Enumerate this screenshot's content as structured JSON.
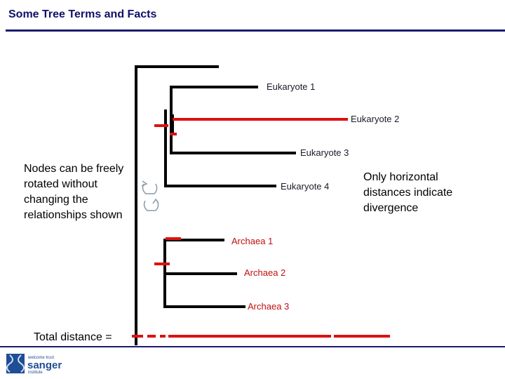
{
  "title": "Some Tree Terms and Facts",
  "leaves": [
    {
      "label": "Eukaryote 1",
      "group": "eukaryote"
    },
    {
      "label": "Eukaryote 2",
      "group": "eukaryote"
    },
    {
      "label": "Eukaryote 3",
      "group": "eukaryote"
    },
    {
      "label": "Eukaryote 4",
      "group": "eukaryote"
    },
    {
      "label": "Archaea 1",
      "group": "archaea"
    },
    {
      "label": "Archaea 2",
      "group": "archaea"
    },
    {
      "label": "Archaea 3",
      "group": "archaea"
    }
  ],
  "left_note": "Nodes can be freely rotated without changing the relationships shown",
  "right_note": "Only horizontal distances indicate divergence",
  "total_label": "Total distance =",
  "logo": {
    "line1": "welcome trust",
    "line2": "sanger",
    "line3": "institute"
  },
  "colors": {
    "branch": "#000000",
    "highlight": "#dd1111",
    "title": "#10106a",
    "archaea_text": "#c01010",
    "logo_blue": "#1f4e96"
  }
}
